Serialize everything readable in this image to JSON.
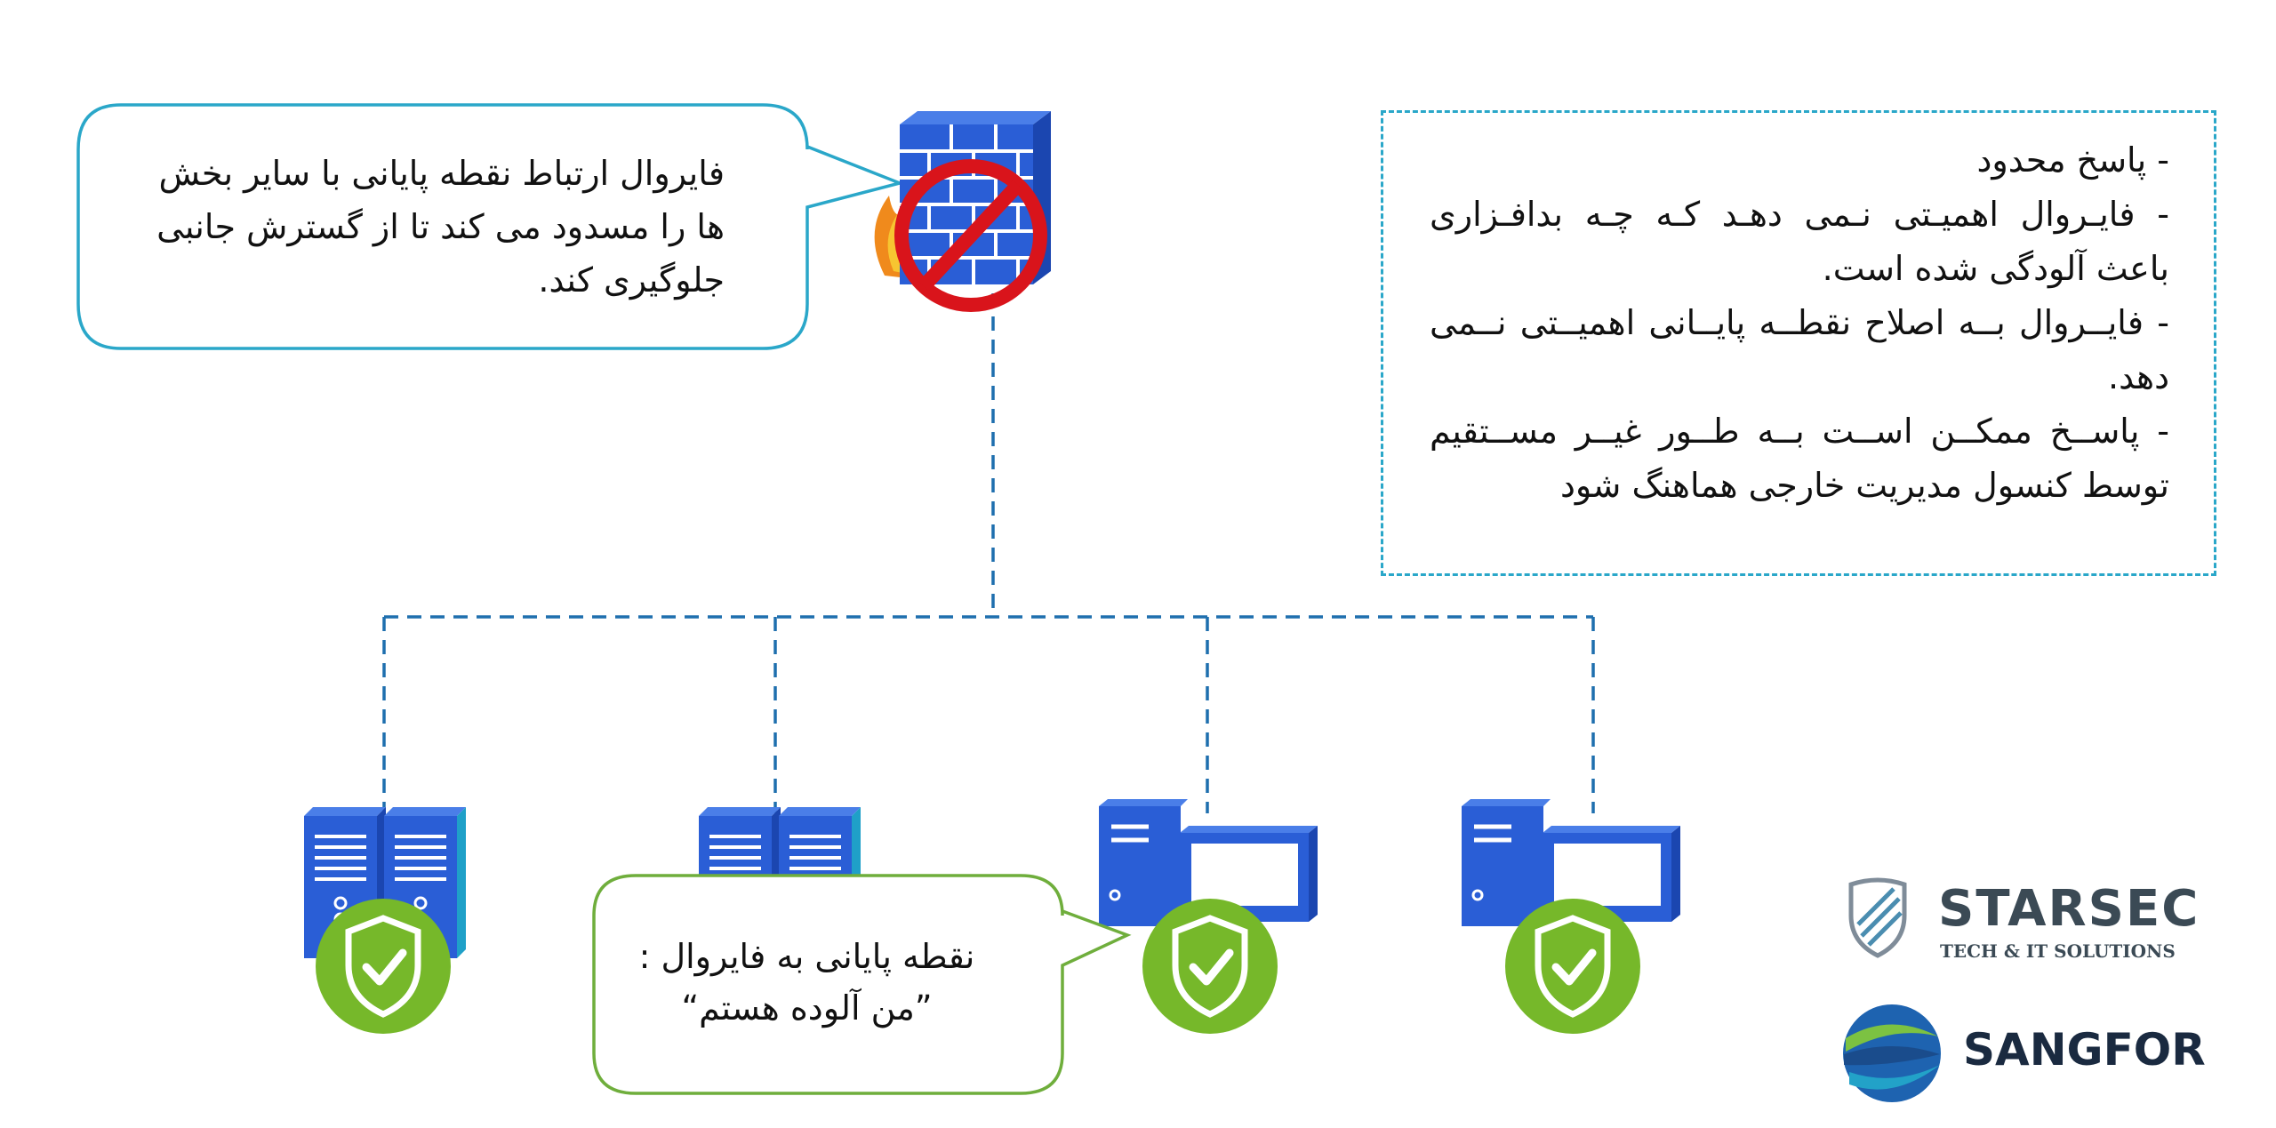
{
  "firewall_callout": {
    "text": "فایروال ارتباط نقطه پایانی با سایر بخش ها را مسدود می کند تا از گسترش جانبی جلوگیری کند."
  },
  "info_box": {
    "items": [
      "- پاسخ محدود",
      "- فایـروال اهمیـتی نـمی دهـد کـه چـه بدافـزاری باعث آلودگی شده است.",
      "- فایــروال بــه اصلاح نقطــه پایــانی اهمیــتی نــمی دهد.",
      "- پاســخ ممکــن اســت بــه طــور غیــر مســتقیم توسط کنسول مدیریت خارجی هماهنگ شود"
    ]
  },
  "endpoint_callout": {
    "line1": "نقطه پایانی به فایروال :",
    "line2": "”من آلوده هستم“"
  },
  "brands": {
    "starsec_name": "STARSEC",
    "starsec_tagline": "TECH & IT SOLUTIONS",
    "sangfor_name": "SANGFOR"
  },
  "colors": {
    "accent_blue": "#2aa7c9",
    "device_blue": "#2a5ed6",
    "connector_blue": "#1e6fae",
    "shield_green": "#76b82a",
    "callout_green": "#6fae3c",
    "no_sign_red": "#d9141b"
  },
  "icons": {
    "firewall": "firewall-blocked-icon",
    "server": "server-icon",
    "workstation": "workstation-icon",
    "shield": "shield-check-icon"
  }
}
